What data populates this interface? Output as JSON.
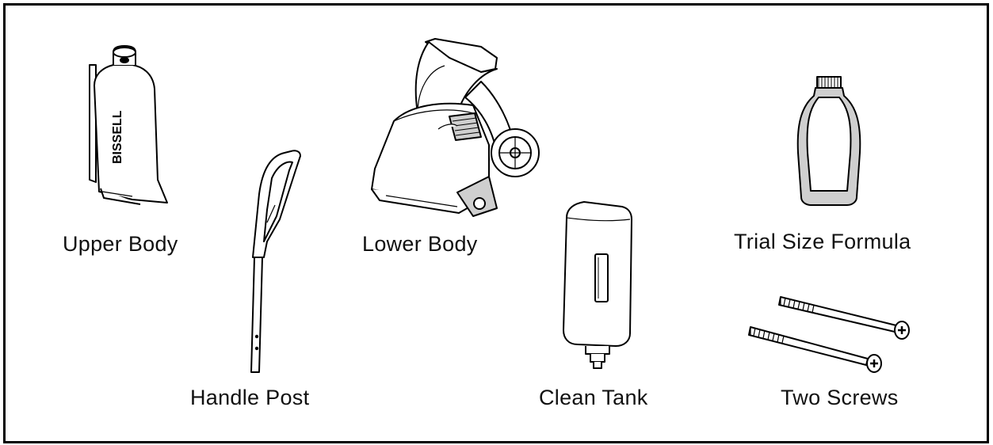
{
  "parts": {
    "upper_body": {
      "label": "Upper Body",
      "brand": "BISSELL",
      "icon": "upper-body-illustration"
    },
    "handle_post": {
      "label": "Handle Post",
      "icon": "handle-post-illustration"
    },
    "lower_body": {
      "label": "Lower Body",
      "icon": "lower-body-illustration"
    },
    "clean_tank": {
      "label": "Clean Tank",
      "icon": "clean-tank-illustration"
    },
    "trial_formula": {
      "label": "Trial Size Formula",
      "icon": "formula-bottle-illustration"
    },
    "screws": {
      "label": "Two Screws",
      "icon": "screw-illustration"
    }
  },
  "colors": {
    "stroke": "#000000",
    "fill": "#ffffff",
    "shade": "#cfcfcf"
  }
}
